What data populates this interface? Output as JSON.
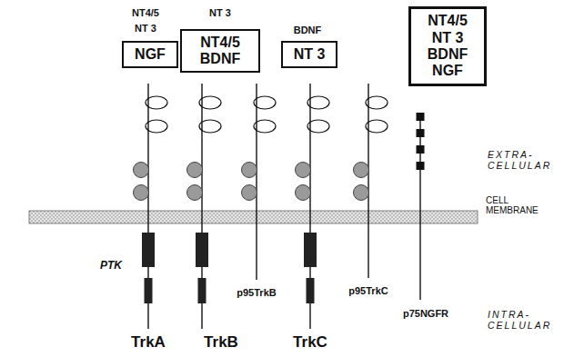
{
  "diagram": {
    "nodes": [
      {
        "text": [
          "NGF"
        ]
      },
      {
        "text": [
          "NT4/5 BDNF"
        ]
      },
      {
        "text": [
          "NT 3"
        ]
      },
      {
        "text": [
          "NT4/5 NT 3 BDNF NGF"
        ]
      }
    ],
    "labels": [
      "NT4/5",
      "NT 3",
      "NT 3",
      "BDNF",
      "EXTRA- CELLULAR",
      "CELL MEMBRANE",
      "PTK",
      "p95TrkB",
      "p95TrkC",
      "p75NGFR",
      "INTRA- CELLULAR",
      "TrkA",
      "TrkB",
      "TrkC"
    ]
  }
}
